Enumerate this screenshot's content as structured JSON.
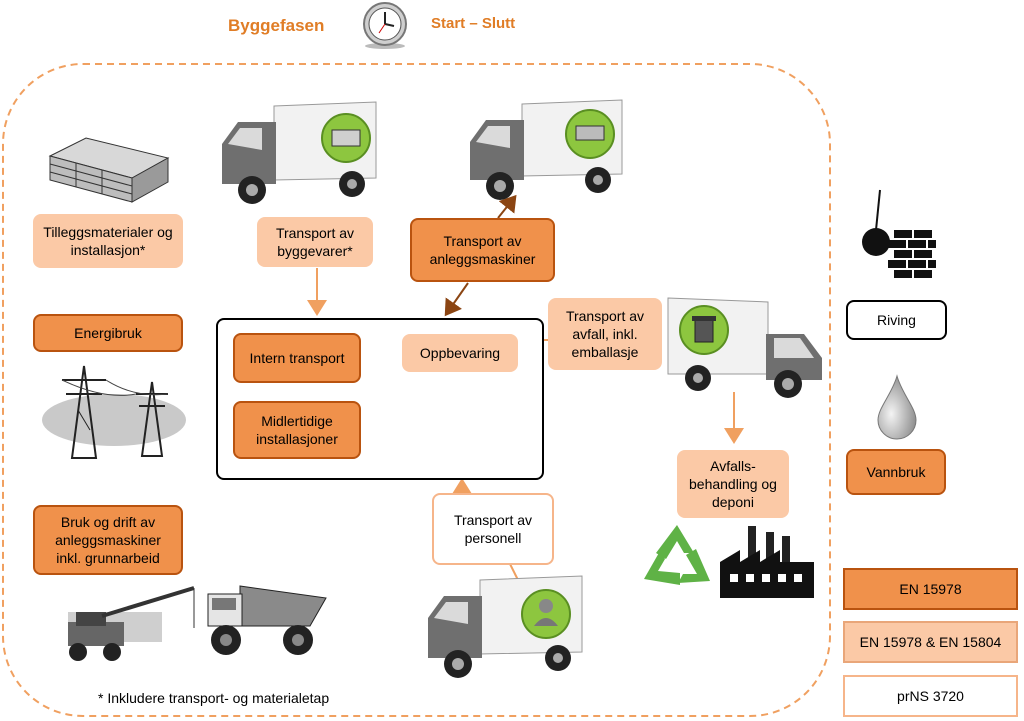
{
  "header": {
    "title": "Byggefasen",
    "clock_icon": "clock-icon",
    "period": "Start – Slutt"
  },
  "boxes": {
    "tillegg": "Tilleggsmaterialer og installasjon*",
    "transport_bygg": "Transport av byggevarer*",
    "transport_anlegg": "Transport av anleggsmaskiner",
    "energibruk": "Energibruk",
    "intern": "Intern transport",
    "oppbevaring": "Oppbevaring",
    "midlertidige": "Midlertidige installasjoner",
    "transport_avfall": "Transport av avfall, inkl. emballasje",
    "avfall": "Avfalls-behandling og deponi",
    "bruk_drift": "Bruk og drift av anleggsmaskiner inkl. grunnarbeid",
    "transport_personell": "Transport av personell",
    "riving": "Riving",
    "vannbruk": "Vannbruk"
  },
  "legend": {
    "en15978": "EN 15978",
    "en15978_15804": "EN 15978 & EN 15804",
    "prns3720": "prNS 3720"
  },
  "footnote": "* Inkludere transport- og materialetap",
  "colors": {
    "dark_orange": "#f0914b",
    "light_orange": "#fbc9a6",
    "border_orange": "#b9530f",
    "dash_orange": "#f0a060",
    "arrow_orange": "#f0a060",
    "arrow_brown": "#8b4513"
  },
  "icons": [
    "lumber-stack-icon",
    "truck-icon",
    "power-tower-icon",
    "crane-icon",
    "dump-truck-icon",
    "wrecking-ball-icon",
    "water-drop-icon",
    "recycle-icon",
    "factory-icon",
    "trash-can-icon",
    "worker-icon"
  ]
}
